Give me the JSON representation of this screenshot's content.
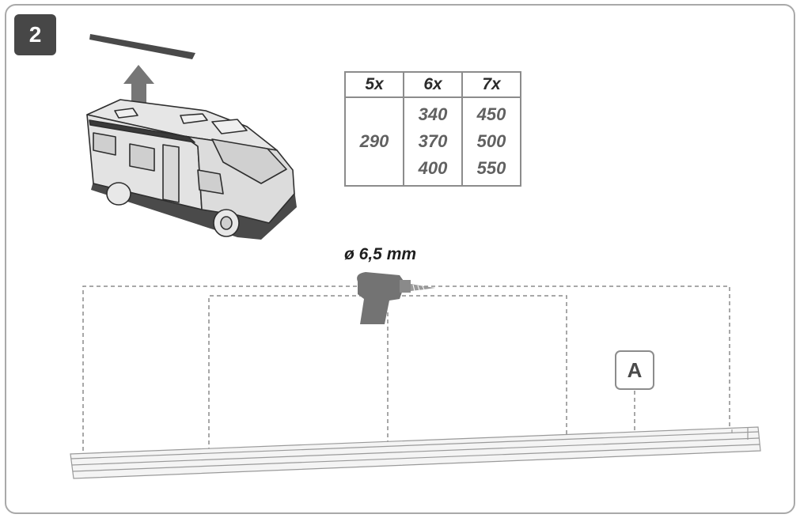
{
  "step": {
    "number": "2"
  },
  "spacing_table": {
    "headers": [
      "5x",
      "6x",
      "7x"
    ],
    "columns": [
      [
        "290"
      ],
      [
        "340",
        "370",
        "400"
      ],
      [
        "450",
        "500",
        "550"
      ]
    ]
  },
  "drill": {
    "diameter_label": "ø 6,5 mm"
  },
  "marker": {
    "label": "A"
  },
  "colors": {
    "badge": "#474747",
    "frame": "#a9a9a9",
    "line": "#8c8c8c",
    "text_muted": "#616161"
  },
  "icons": [
    "up-arrow-icon",
    "motorhome-icon",
    "drill-icon",
    "roof-rail-icon"
  ]
}
